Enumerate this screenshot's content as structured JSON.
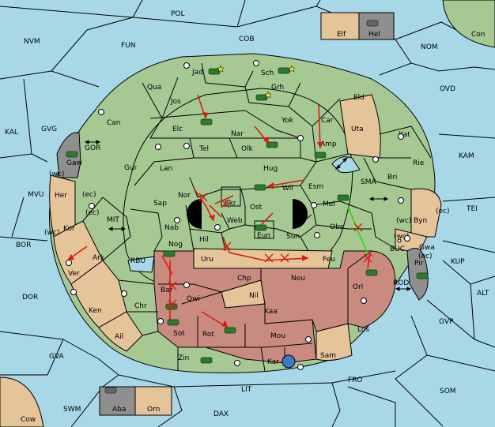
{
  "colors": {
    "sea": "#a8d8e8",
    "land_green": "#a6c994",
    "land_tan": "#e6c49a",
    "land_red": "#c98a80",
    "land_gray": "#8f8f8f",
    "order_move": "#d81d0c",
    "order_support": "#2fd40e",
    "unit_army": "#2e7a2e"
  },
  "labels": {
    "POL": "POL",
    "COB": "COB",
    "FUN": "FUN",
    "NVM": "NVM",
    "NOM": "NOM",
    "Con": "Con",
    "OVD": "OVD",
    "KAL": "KAL",
    "GVG": "GVG",
    "GOR": "GOR",
    "KAM": "KAM",
    "TEI": "TEI",
    "MVU": "MVU",
    "BOR": "BOR",
    "MIT": "MIT",
    "RBU": "RBU",
    "SMA": "SMA",
    "BUC": "BUC",
    "KUP": "KUP",
    "ALT": "ALT",
    "ROD": "ROD",
    "GVP": "GVP",
    "DOR": "DOR",
    "GVA": "GVA",
    "FRO": "FRO",
    "SOM": "SOM",
    "LIT": "LIT",
    "SWM": "SWM",
    "DAX": "DAX",
    "Cow": "Cow",
    "Elf": "Elf",
    "Hel": "Hel",
    "Aba": "Aba",
    "Orn": "Orn",
    "Jad": "Jad",
    "Sch": "Sch",
    "Qua": "Qua",
    "Grh": "Grh",
    "Eld": "Eld",
    "Jos": "Jos",
    "Can": "Can",
    "Elc": "Elc",
    "Nar": "Nar",
    "Yok": "Yok",
    "Car": "Car",
    "Uta": "Uta",
    "Kat": "Kat",
    "Tel": "Tel",
    "Olk": "Olk",
    "Amp": "Amp",
    "Gaw": "Gaw",
    "Gur": "Gur",
    "Lan": "Lan",
    "Hug": "Hug",
    "Rie": "Rie",
    "Bri": "Bri",
    "Wil": "Wil",
    "Esm": "Esm",
    "Nor": "Nor",
    "Skr": "Skr",
    "Sap": "Sap",
    "Ost": "Ost",
    "Mel": "Mel",
    "Her": "Her",
    "ec1": "(ec)",
    "wc1": "(wc)",
    "Web": "Web",
    "Byn": "Byn",
    "ec2": "(ec)",
    "Kor": "Kor",
    "ec3": "(ec)",
    "wc2": "(wc)",
    "Nab": "Nab",
    "Eun": "Eun",
    "Obs": "Obs",
    "wc3": "(wc)",
    "Gwa": "Gwa",
    "ec4": "(ec)",
    "Sun": "Sun",
    "Hil": "Hil",
    "Nog": "Nog",
    "Ark": "Ark",
    "Pir": "Pir",
    "Uru": "Uru",
    "Feu": "Feu",
    "Ver": "Ver",
    "Chp": "Chp",
    "Neu": "Neu",
    "Orl": "Orl",
    "Bar": "Bar",
    "Qwi": "Qwi",
    "Nil": "Nil",
    "Ken": "Ken",
    "Chr": "Chr",
    "Kaa": "Kaa",
    "Los": "Los",
    "Ail": "Ail",
    "Sot": "Sot",
    "Rot": "Rot",
    "Mou": "Mou",
    "Sam": "Sam",
    "Zin": "Zin",
    "Kar": "Kar"
  }
}
